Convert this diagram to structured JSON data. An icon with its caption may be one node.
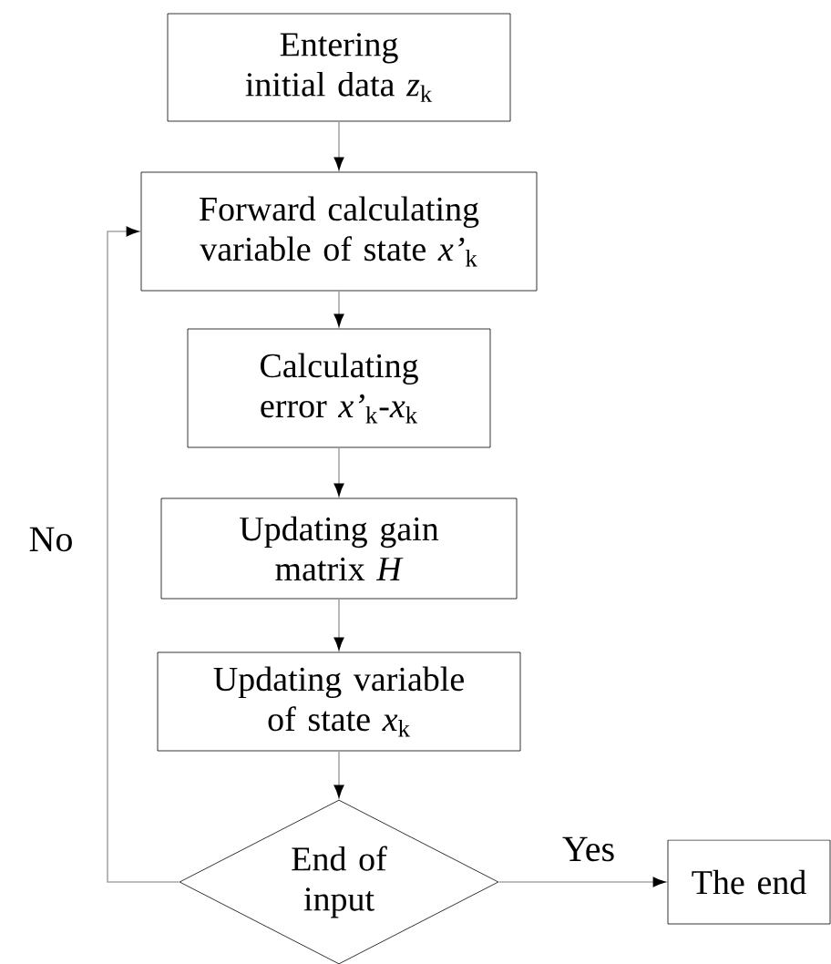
{
  "diagram": {
    "nodes": [
      {
        "text": [
          "Entering initial data *z*$_{k}$"
        ]
      },
      {
        "text": [
          "Forward calculating variable of state *x’*$_{k}$"
        ]
      },
      {
        "text": [
          "Calculating error *x’*$_{k}$-*x*$_{k}$"
        ]
      },
      {
        "text": [
          "Updating gain matrix *H*"
        ]
      },
      {
        "text": [
          "Updating variable of state *x*$_{k}$"
        ]
      },
      {
        "text": [
          "End of input"
        ]
      },
      {
        "text": [
          "The end"
        ]
      }
    ],
    "edges": [
      {
        "from": 0,
        "to": 1,
        "arrow": "to"
      },
      {
        "from": 1,
        "to": 2,
        "arrow": "to"
      },
      {
        "from": 2,
        "to": 3,
        "arrow": "to"
      },
      {
        "from": 3,
        "to": 4,
        "arrow": "to"
      },
      {
        "from": 4,
        "to": 5,
        "arrow": "to"
      },
      {
        "from": 5,
        "to": 6,
        "arrow": "to",
        "label": "Yes"
      },
      {
        "from": 5,
        "to": 1,
        "arrow": "to",
        "label": "No"
      }
    ]
  }
}
